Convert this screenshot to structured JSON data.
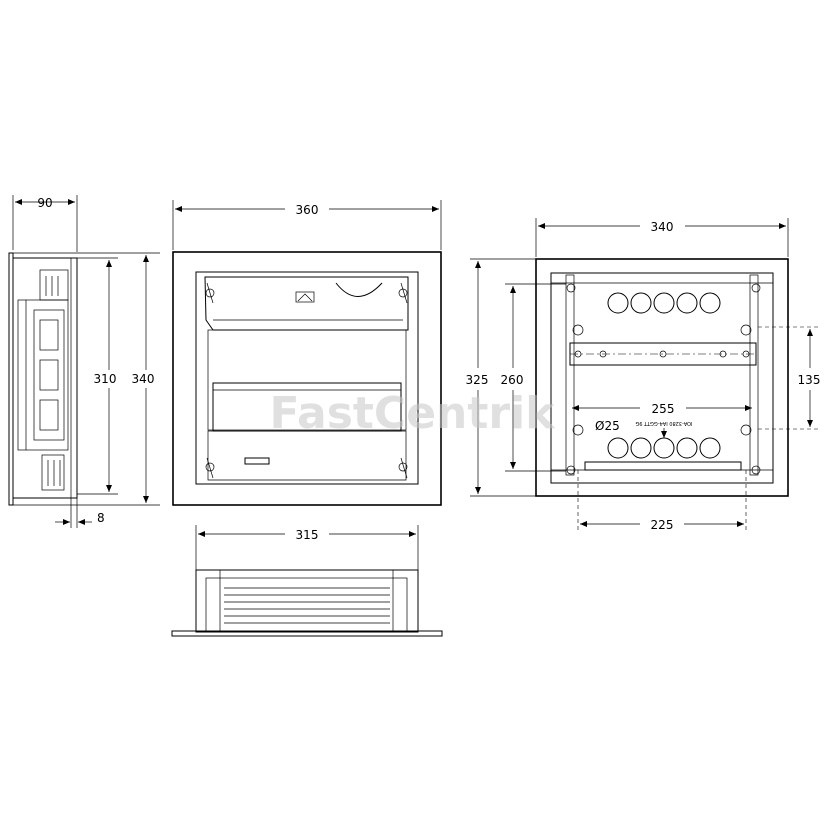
{
  "dimensions": {
    "side_depth": "90",
    "side_height_inner": "310",
    "side_height_outer": "340",
    "side_flange": "8",
    "front_width": "360",
    "bottom_width": "315",
    "back_width": "340",
    "back_height_outer": "325",
    "back_height_inner": "260",
    "rail_spacing": "135",
    "rail_length": "255",
    "knockout_diameter": "Ø25",
    "bottom_holes": "225"
  },
  "watermark": "FastCentrik",
  "colors": {
    "line": "#000000",
    "panel": "#e6e6e6",
    "rail": "#cfcfcf",
    "window": "#d9d9d9"
  }
}
